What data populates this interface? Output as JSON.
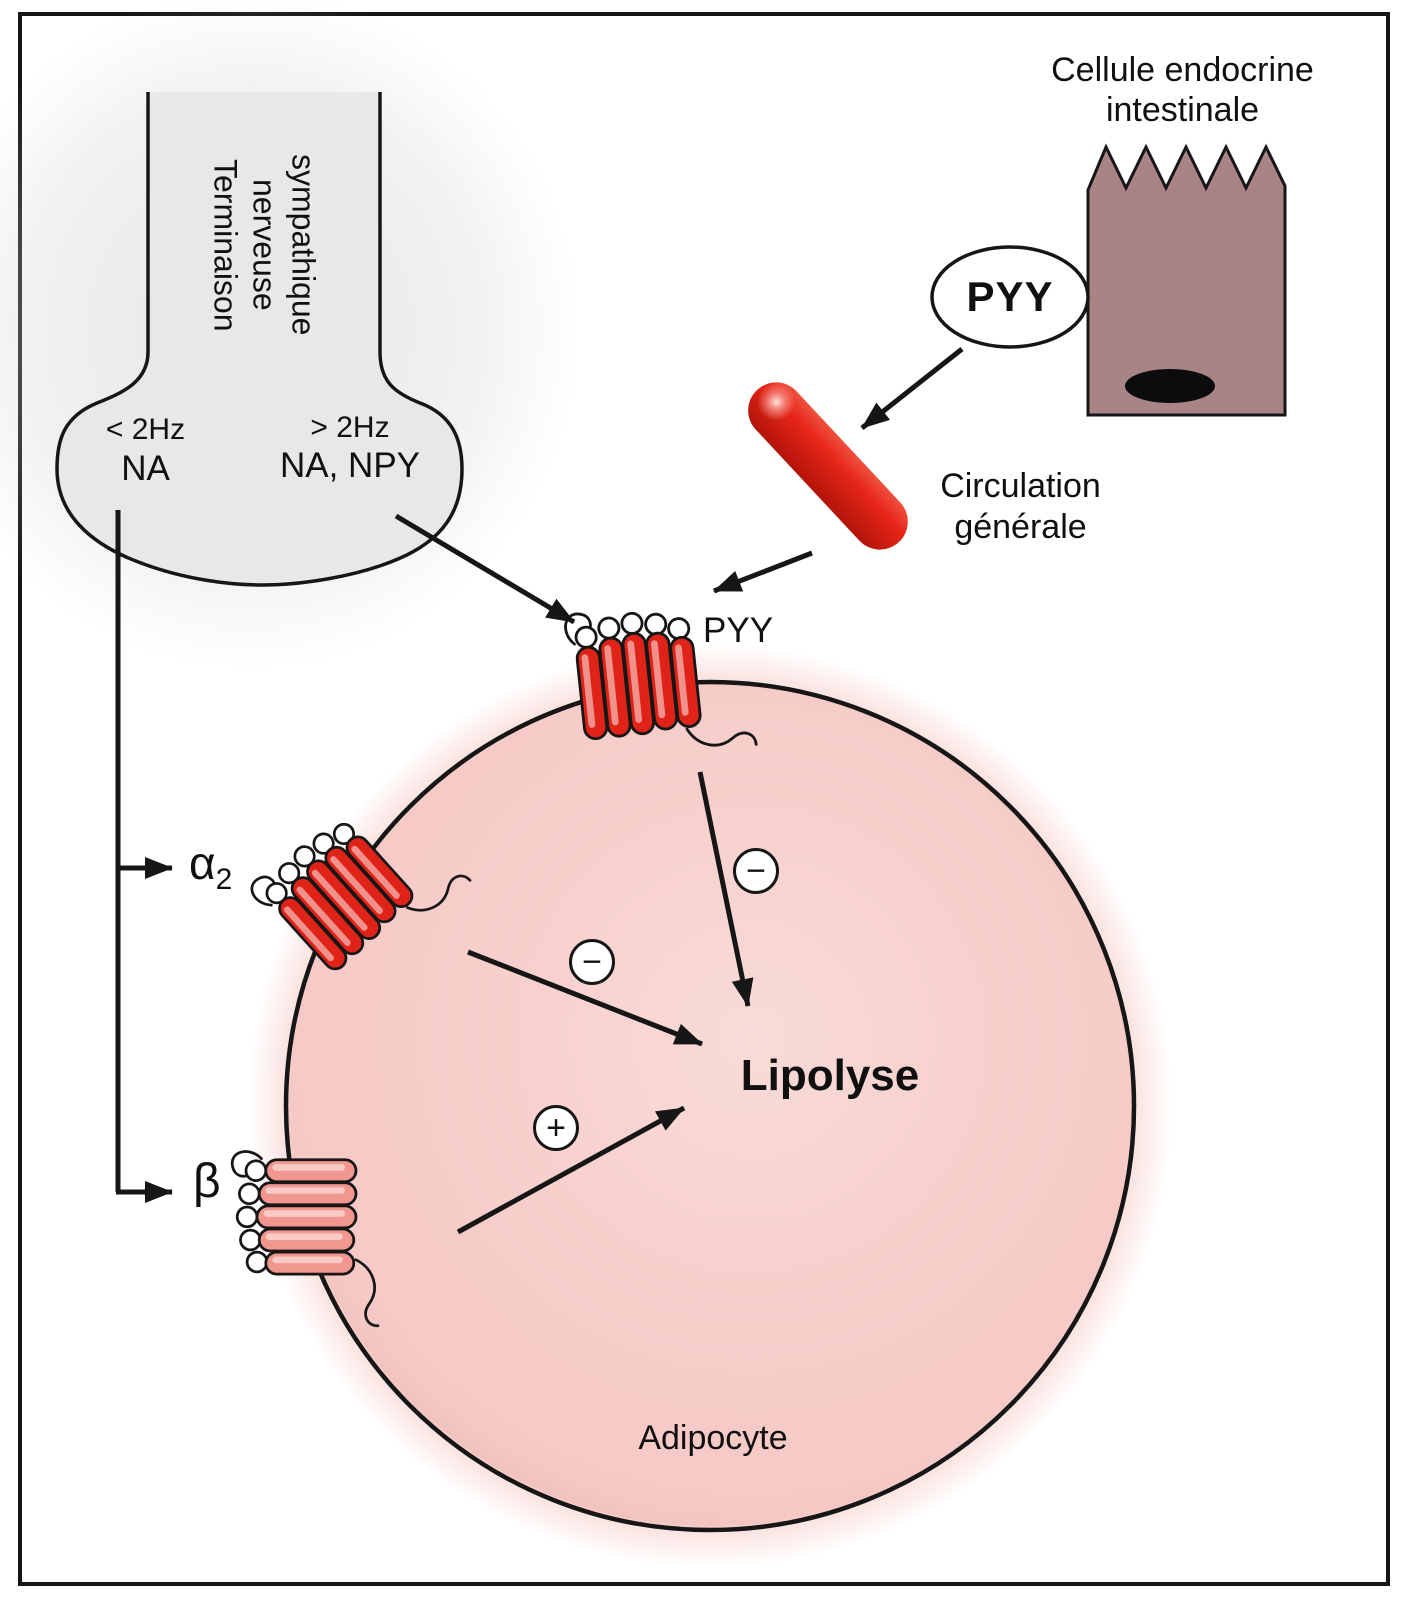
{
  "diagram": {
    "nerve_terminal": {
      "title_lines": [
        "Terminaison",
        "nerveuse",
        "sympathique"
      ],
      "low_freq": "< 2Hz",
      "low_freq_transmitter": "NA",
      "high_freq": "> 2Hz",
      "high_freq_transmitter": "NA, NPY"
    },
    "endocrine_cell": {
      "label_line1": "Cellule endocrine",
      "label_line2": "intestinale"
    },
    "pyy_hormone": "PYY",
    "circulation": {
      "line1": "Circulation",
      "line2": "générale"
    },
    "receptors": {
      "pyy": "PYY",
      "alpha_base": "α",
      "alpha_sub": "2",
      "beta": "β"
    },
    "adipocyte_label": "Adipocyte",
    "lipolysis_label": "Lipolyse",
    "inhibition_sign": "−",
    "stimulation_sign": "+"
  },
  "colors": {
    "receptor_red": "#e02318",
    "receptor_pink": "#f2978f",
    "vessel_red": "#e62518",
    "adipocyte_pink": "#f6cac6",
    "endocrine_mauve": "#a98486",
    "terminal_gray": "#e7e9e6"
  }
}
